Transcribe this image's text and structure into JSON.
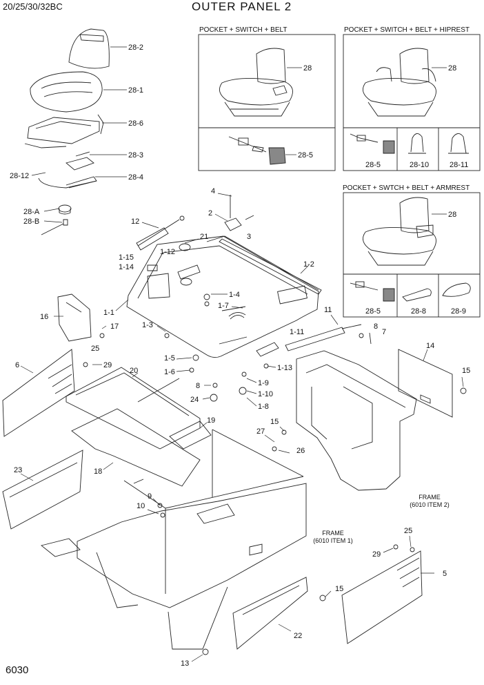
{
  "header": {
    "model": "20/25/30/32BC",
    "title": "OUTER PANEL 2",
    "page_number": "6030"
  },
  "variant_boxes": [
    {
      "title": "POCKET + SWITCH + BELT",
      "captions": []
    },
    {
      "title": "POCKET + SWITCH + BELT + HIPREST",
      "captions": [
        "28-5",
        "28-10",
        "28-11"
      ]
    },
    {
      "title": "POCKET + SWTCH + BELT + ARMREST",
      "captions": [
        "28-5",
        "28-8",
        "28-9"
      ]
    }
  ],
  "frame_notes": [
    {
      "line1": "FRAME",
      "line2": "(6010 ITEM 2)"
    },
    {
      "line1": "FRAME",
      "line2": "(6010 ITEM 1)"
    }
  ],
  "part_labels": [
    "28-2",
    "28-1",
    "28-6",
    "28-3",
    "28-12",
    "28-4",
    "28-A",
    "28-B",
    "28",
    "28-5",
    "28",
    "28",
    "4",
    "2",
    "3",
    "12",
    "21",
    "1-15",
    "1-12",
    "1-14",
    "1-2",
    "1-4",
    "1-7",
    "1-1",
    "16",
    "17",
    "1-3",
    "11",
    "8",
    "7",
    "1-11",
    "25",
    "6",
    "29",
    "1-5",
    "1-6",
    "1-13",
    "1-9",
    "1-10",
    "8",
    "24",
    "1-8",
    "20",
    "14",
    "15",
    "19",
    "15",
    "27",
    "26",
    "23",
    "18",
    "9",
    "10",
    "25",
    "29",
    "5",
    "15",
    "22",
    "13"
  ]
}
